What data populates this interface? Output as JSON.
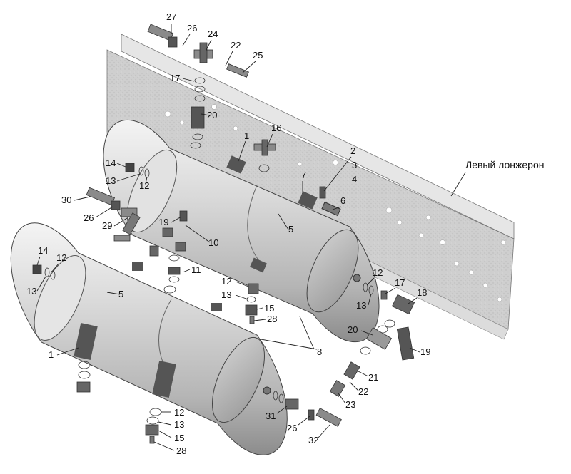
{
  "side_member_label": "Левый лонжерон",
  "callouts": [
    {
      "id": "c27",
      "text": "27"
    },
    {
      "id": "c26a",
      "text": "26"
    },
    {
      "id": "c24",
      "text": "24"
    },
    {
      "id": "c22a",
      "text": "22"
    },
    {
      "id": "c25",
      "text": "25"
    },
    {
      "id": "c17a",
      "text": "17"
    },
    {
      "id": "c20a",
      "text": "20"
    },
    {
      "id": "c1a",
      "text": "1"
    },
    {
      "id": "c16",
      "text": "16"
    },
    {
      "id": "c2",
      "text": "2"
    },
    {
      "id": "c3",
      "text": "3"
    },
    {
      "id": "c4",
      "text": "4"
    },
    {
      "id": "c7",
      "text": "7"
    },
    {
      "id": "c6",
      "text": "6"
    },
    {
      "id": "c14a",
      "text": "14"
    },
    {
      "id": "c13a",
      "text": "13"
    },
    {
      "id": "c12a",
      "text": "12"
    },
    {
      "id": "c30",
      "text": "30"
    },
    {
      "id": "c26b",
      "text": "26"
    },
    {
      "id": "c29",
      "text": "29"
    },
    {
      "id": "c19a",
      "text": "19"
    },
    {
      "id": "c10",
      "text": "10"
    },
    {
      "id": "c5a",
      "text": "5"
    },
    {
      "id": "c11",
      "text": "11"
    },
    {
      "id": "c14b",
      "text": "14"
    },
    {
      "id": "c12b",
      "text": "12"
    },
    {
      "id": "c13b",
      "text": "13"
    },
    {
      "id": "c5b",
      "text": "5"
    },
    {
      "id": "c12c",
      "text": "12"
    },
    {
      "id": "c13c",
      "text": "13"
    },
    {
      "id": "c15a",
      "text": "15"
    },
    {
      "id": "c28a",
      "text": "28"
    },
    {
      "id": "c12d",
      "text": "12"
    },
    {
      "id": "c17b",
      "text": "17"
    },
    {
      "id": "c13d",
      "text": "13"
    },
    {
      "id": "c18",
      "text": "18"
    },
    {
      "id": "c20b",
      "text": "20"
    },
    {
      "id": "c19b",
      "text": "19"
    },
    {
      "id": "c8",
      "text": "8"
    },
    {
      "id": "c1b",
      "text": "1"
    },
    {
      "id": "c21",
      "text": "21"
    },
    {
      "id": "c22b",
      "text": "22"
    },
    {
      "id": "c23",
      "text": "23"
    },
    {
      "id": "c12e",
      "text": "12"
    },
    {
      "id": "c13e",
      "text": "13"
    },
    {
      "id": "c15b",
      "text": "15"
    },
    {
      "id": "c28b",
      "text": "28"
    },
    {
      "id": "c31",
      "text": "31"
    },
    {
      "id": "c26c",
      "text": "26"
    },
    {
      "id": "c32",
      "text": "32"
    }
  ]
}
